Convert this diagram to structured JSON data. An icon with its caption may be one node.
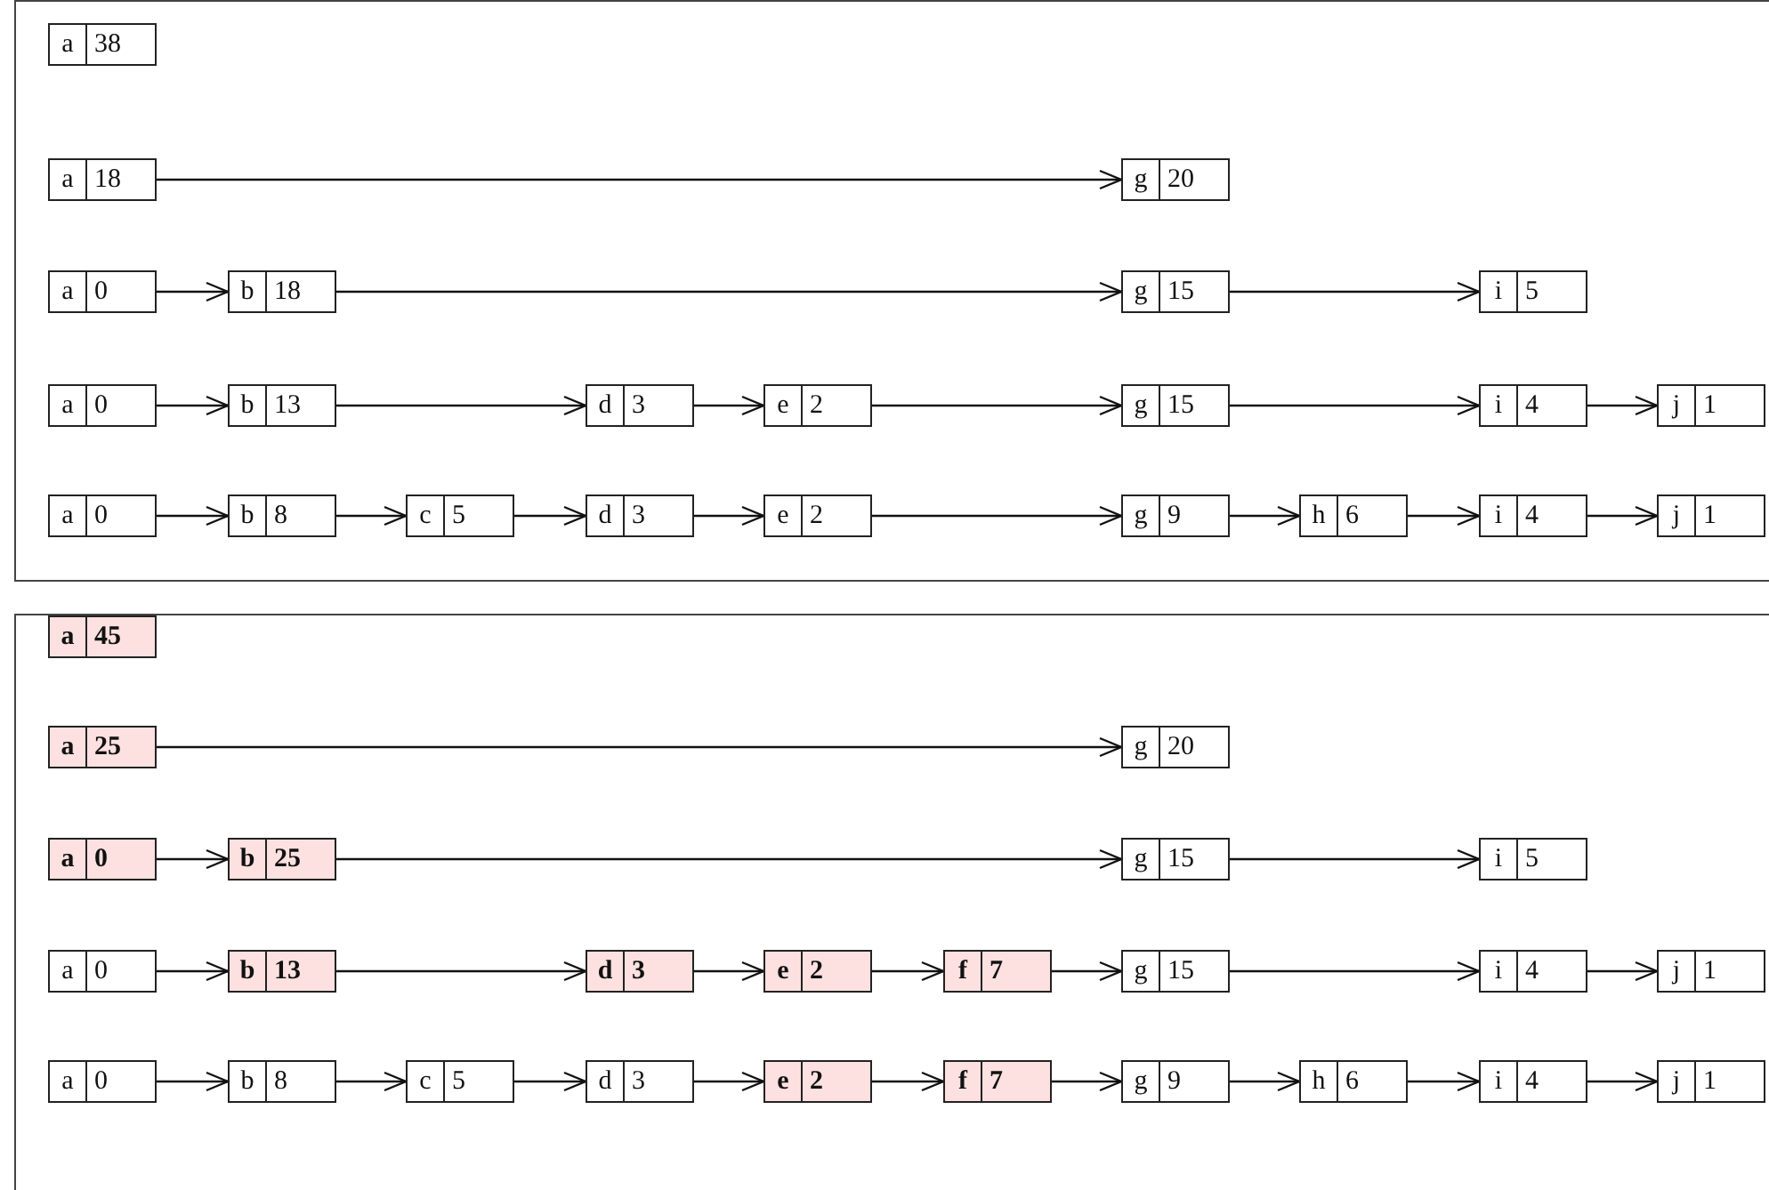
{
  "diagram": {
    "nodes": [
      {
        "text": [],
        "shape": "box"
      },
      {
        "text": [
          "a",
          "38"
        ],
        "in": 0
      },
      {
        "text": [
          "a",
          "18"
        ],
        "in": 0
      },
      {
        "text": [
          "g",
          "20"
        ],
        "in": 0
      },
      {
        "text": [
          "a",
          "0"
        ],
        "in": 0
      },
      {
        "text": [
          "b",
          "18"
        ],
        "in": 0
      },
      {
        "text": [
          "g",
          "15"
        ],
        "in": 0
      },
      {
        "text": [
          "i",
          "5"
        ],
        "in": 0
      },
      {
        "text": [
          "a",
          "0"
        ],
        "in": 0
      },
      {
        "text": [
          "b",
          "13"
        ],
        "in": 0
      },
      {
        "text": [
          "d",
          "3"
        ],
        "in": 0
      },
      {
        "text": [
          "e",
          "2"
        ],
        "in": 0
      },
      {
        "text": [
          "g",
          "15"
        ],
        "in": 0
      },
      {
        "text": [
          "i",
          "4"
        ],
        "in": 0
      },
      {
        "text": [
          "j",
          "1"
        ],
        "in": 0
      },
      {
        "text": [
          "a",
          "0"
        ],
        "in": 0
      },
      {
        "text": [
          "b",
          "8"
        ],
        "in": 0
      },
      {
        "text": [
          "c",
          "5"
        ],
        "in": 0
      },
      {
        "text": [
          "d",
          "3"
        ],
        "in": 0
      },
      {
        "text": [
          "e",
          "2"
        ],
        "in": 0
      },
      {
        "text": [
          "g",
          "9"
        ],
        "in": 0
      },
      {
        "text": [
          "h",
          "6"
        ],
        "in": 0
      },
      {
        "text": [
          "i",
          "4"
        ],
        "in": 0
      },
      {
        "text": [
          "j",
          "1"
        ],
        "in": 0
      },
      {
        "text": [],
        "shape": "box"
      },
      {
        "text": [
          "a",
          "45"
        ],
        "in": 24
      },
      {
        "text": [
          "a",
          "25"
        ],
        "in": 24
      },
      {
        "text": [
          "g",
          "20"
        ],
        "in": 24
      },
      {
        "text": [
          "a",
          "0"
        ],
        "in": 24
      },
      {
        "text": [
          "b",
          "25"
        ],
        "in": 24
      },
      {
        "text": [
          "g",
          "15"
        ],
        "in": 24
      },
      {
        "text": [
          "i",
          "5"
        ],
        "in": 24
      },
      {
        "text": [
          "a",
          "0"
        ],
        "in": 24
      },
      {
        "text": [
          "b",
          "13"
        ],
        "in": 24
      },
      {
        "text": [
          "d",
          "3"
        ],
        "in": 24
      },
      {
        "text": [
          "e",
          "2"
        ],
        "in": 24
      },
      {
        "text": [
          "f",
          "7"
        ],
        "in": 24
      },
      {
        "text": [
          "g",
          "15"
        ],
        "in": 24
      },
      {
        "text": [
          "i",
          "4"
        ],
        "in": 24
      },
      {
        "text": [
          "j",
          "1"
        ],
        "in": 24
      },
      {
        "text": [
          "a",
          "0"
        ],
        "in": 24
      },
      {
        "text": [
          "b",
          "8"
        ],
        "in": 24
      },
      {
        "text": [
          "c",
          "5"
        ],
        "in": 24
      },
      {
        "text": [
          "d",
          "3"
        ],
        "in": 24
      },
      {
        "text": [
          "e",
          "2"
        ],
        "in": 24
      },
      {
        "text": [
          "f",
          "7"
        ],
        "in": 24
      },
      {
        "text": [
          "g",
          "9"
        ],
        "in": 24
      },
      {
        "text": [
          "h",
          "6"
        ],
        "in": 24
      },
      {
        "text": [
          "i",
          "4"
        ],
        "in": 24
      },
      {
        "text": [
          "j",
          "1"
        ],
        "in": 24
      }
    ],
    "edges": [
      {
        "from": 2,
        "to": 3,
        "arrow": "to"
      },
      {
        "from": 4,
        "to": 5,
        "arrow": "to"
      },
      {
        "from": 5,
        "to": 6,
        "arrow": "to"
      },
      {
        "from": 6,
        "to": 7,
        "arrow": "to"
      },
      {
        "from": 8,
        "to": 9,
        "arrow": "to"
      },
      {
        "from": 9,
        "to": 10,
        "arrow": "to"
      },
      {
        "from": 10,
        "to": 11,
        "arrow": "to"
      },
      {
        "from": 11,
        "to": 12,
        "arrow": "to"
      },
      {
        "from": 12,
        "to": 13,
        "arrow": "to"
      },
      {
        "from": 13,
        "to": 14,
        "arrow": "to"
      },
      {
        "from": 15,
        "to": 16,
        "arrow": "to"
      },
      {
        "from": 16,
        "to": 17,
        "arrow": "to"
      },
      {
        "from": 17,
        "to": 18,
        "arrow": "to"
      },
      {
        "from": 18,
        "to": 19,
        "arrow": "to"
      },
      {
        "from": 19,
        "to": 20,
        "arrow": "to"
      },
      {
        "from": 20,
        "to": 21,
        "arrow": "to"
      },
      {
        "from": 21,
        "to": 22,
        "arrow": "to"
      },
      {
        "from": 22,
        "to": 23,
        "arrow": "to"
      },
      {
        "from": 26,
        "to": 27,
        "arrow": "to"
      },
      {
        "from": 28,
        "to": 29,
        "arrow": "to"
      },
      {
        "from": 29,
        "to": 30,
        "arrow": "to"
      },
      {
        "from": 30,
        "to": 31,
        "arrow": "to"
      },
      {
        "from": 32,
        "to": 33,
        "arrow": "to"
      },
      {
        "from": 33,
        "to": 34,
        "arrow": "to"
      },
      {
        "from": 34,
        "to": 35,
        "arrow": "to"
      },
      {
        "from": 35,
        "to": 36,
        "arrow": "to"
      },
      {
        "from": 36,
        "to": 37,
        "arrow": "to"
      },
      {
        "from": 37,
        "to": 38,
        "arrow": "to"
      },
      {
        "from": 38,
        "to": 39,
        "arrow": "to"
      },
      {
        "from": 40,
        "to": 41,
        "arrow": "to"
      },
      {
        "from": 41,
        "to": 42,
        "arrow": "to"
      },
      {
        "from": 42,
        "to": 43,
        "arrow": "to"
      },
      {
        "from": 43,
        "to": 44,
        "arrow": "to"
      },
      {
        "from": 44,
        "to": 45,
        "arrow": "to"
      },
      {
        "from": 45,
        "to": 46,
        "arrow": "to"
      },
      {
        "from": 46,
        "to": 47,
        "arrow": "to"
      },
      {
        "from": 47,
        "to": 48,
        "arrow": "to"
      },
      {
        "from": 48,
        "to": 49,
        "arrow": "to"
      }
    ]
  }
}
